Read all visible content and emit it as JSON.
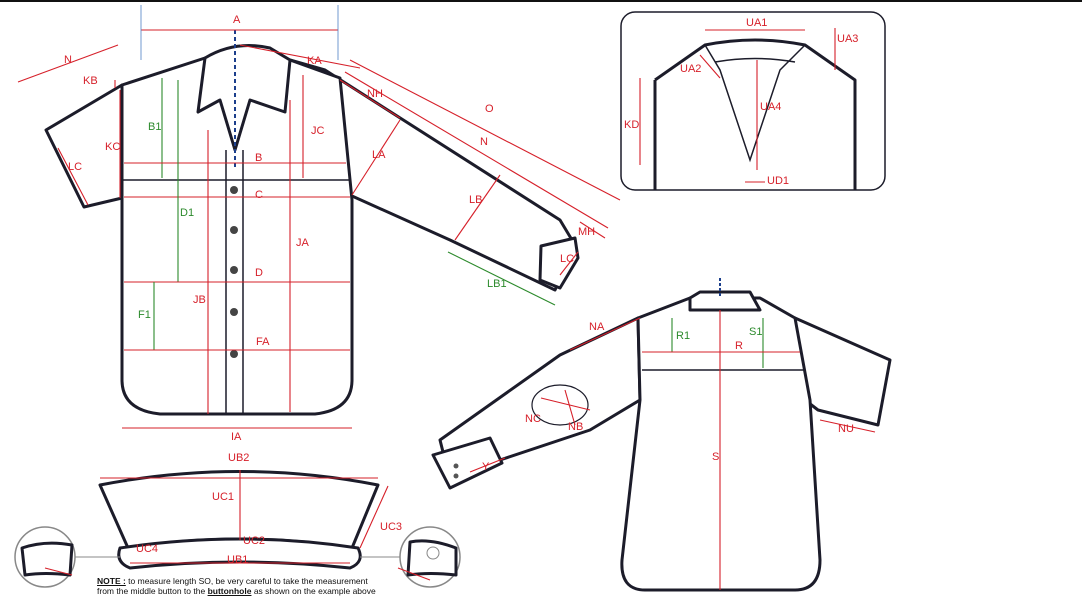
{
  "labels": {
    "A": "A",
    "N": "N",
    "KB": "KB",
    "KA": "KA",
    "NH": "NH",
    "O": "O",
    "N2": "N",
    "B1": "B1",
    "KC": "KC",
    "JC": "JC",
    "B": "B",
    "LA": "LA",
    "LC": "LC",
    "C": "C",
    "D1": "D1",
    "JA": "JA",
    "LB": "LB",
    "MH": "MH",
    "LC2": "LC",
    "D": "D",
    "LB1": "LB1",
    "F1": "F1",
    "JB": "JB",
    "FA": "FA",
    "IA": "IA",
    "UA1": "UA1",
    "UA3": "UA3",
    "UA2": "UA2",
    "KD": "KD",
    "UA4": "UA4",
    "UD1": "UD1",
    "NA": "NA",
    "R1": "R1",
    "S1": "S1",
    "R": "R",
    "NC": "NC",
    "NB": "NB",
    "S": "S",
    "NU": "NU",
    "Y": "Y",
    "UB2": "UB2",
    "UC1": "UC1",
    "UC3": "UC3",
    "UC2": "UC2",
    "UC4": "UC4",
    "UB1": "UB1"
  },
  "note": {
    "label": "NOTE :",
    "text1": " to measure length SO, be very careful to take the measurement",
    "text2a": "from the middle button to the ",
    "bold": "buttonhole",
    "text2b": " as shown on the example above"
  }
}
